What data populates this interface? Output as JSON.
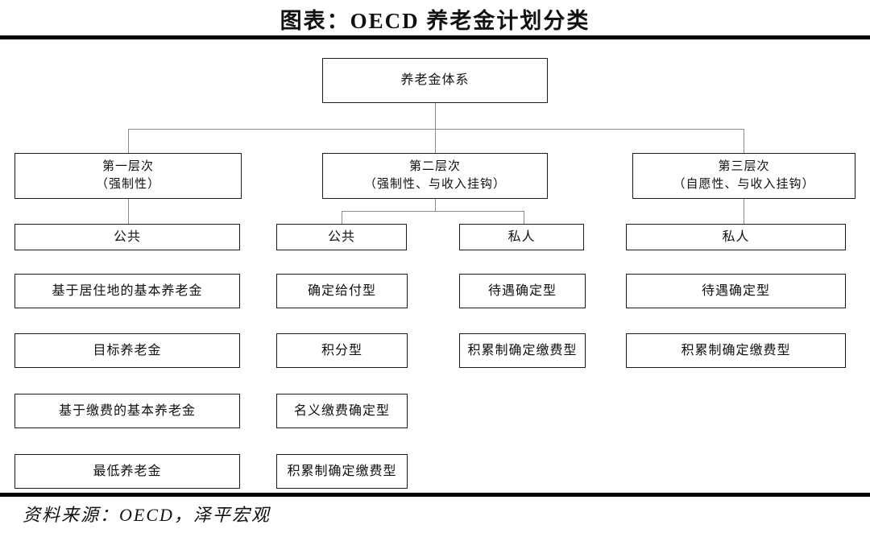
{
  "title": "图表：OECD 养老金计划分类",
  "source": "资料来源：OECD，泽平宏观",
  "tree": {
    "root": "养老金体系",
    "tiers": [
      {
        "line1": "第一层次",
        "line2": "（强制性）"
      },
      {
        "line1": "第二层次",
        "line2": "（强制性、与收入挂钩）"
      },
      {
        "line1": "第三层次",
        "line2": "（自愿性、与收入挂钩）"
      }
    ],
    "groups": {
      "tier1_public": "公共",
      "tier2_public": "公共",
      "tier2_private": "私人",
      "tier3_private": "私人"
    },
    "columns": [
      [
        "基于居住地的基本养老金",
        "目标养老金",
        "基于缴费的基本养老金",
        "最低养老金"
      ],
      [
        "确定给付型",
        "积分型",
        "名义缴费确定型",
        "积累制确定缴费型"
      ],
      [
        "待遇确定型",
        "积累制确定缴费型"
      ],
      [
        "待遇确定型",
        "积累制确定缴费型"
      ]
    ]
  },
  "colors": {
    "connector_line": "#8a8a8a",
    "box_border": "#1c1c1c",
    "rule": "#000000",
    "background": "#ffffff"
  }
}
